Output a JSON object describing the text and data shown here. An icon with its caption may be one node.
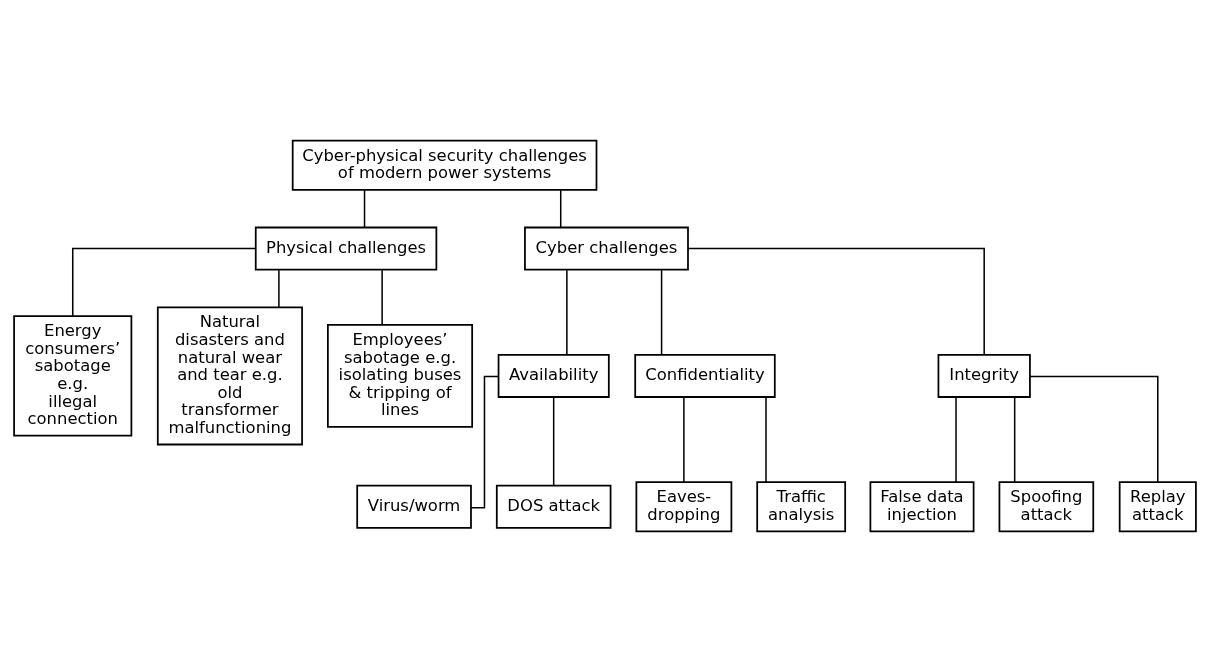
{
  "diagram": {
    "nodes": [
      {
        "text": [
          "Cyber-physical security challenges of modern power systems"
        ]
      },
      {
        "text": [
          "Physical challenges"
        ]
      },
      {
        "text": [
          "Cyber challenges"
        ]
      },
      {
        "text": [
          "Energy consumers’ sabotage e.g. illegal connection"
        ]
      },
      {
        "text": [
          "Natural disasters and natural wear and tear e.g. old transformer malfunctioning"
        ]
      },
      {
        "text": [
          "Employees’ sabotage e.g. isolating buses & tripping of lines"
        ]
      },
      {
        "text": [
          "Availability"
        ]
      },
      {
        "text": [
          "Confidentiality"
        ]
      },
      {
        "text": [
          "Integrity"
        ]
      },
      {
        "text": [
          "Eaves- dropping"
        ]
      },
      {
        "text": [
          "Traffic analysis"
        ]
      },
      {
        "text": [
          "Virus/worm"
        ]
      },
      {
        "text": [
          "DOS attack"
        ]
      },
      {
        "text": [
          "False data injection"
        ]
      },
      {
        "text": [
          "Spoofing attack"
        ]
      },
      {
        "text": [
          "Replay attack"
        ]
      }
    ],
    "edges": [
      {
        "from": 0,
        "to": 1,
        "arrow": "none"
      },
      {
        "from": 0,
        "to": 2,
        "arrow": "none"
      },
      {
        "from": 1,
        "to": 3,
        "arrow": "none"
      },
      {
        "from": 1,
        "to": 4,
        "arrow": "none"
      },
      {
        "from": 1,
        "to": 5,
        "arrow": "none"
      },
      {
        "from": 2,
        "to": 6,
        "arrow": "none"
      },
      {
        "from": 2,
        "to": 7,
        "arrow": "none"
      },
      {
        "from": 2,
        "to": 8,
        "arrow": "none"
      },
      {
        "from": 7,
        "to": 9,
        "arrow": "none"
      },
      {
        "from": 7,
        "to": 10,
        "arrow": "none"
      },
      {
        "from": 6,
        "to": 11,
        "arrow": "none"
      },
      {
        "from": 6,
        "to": 12,
        "arrow": "none"
      },
      {
        "from": 8,
        "to": 13,
        "arrow": "none"
      },
      {
        "from": 8,
        "to": 14,
        "arrow": "none"
      },
      {
        "from": 8,
        "to": 15,
        "arrow": "none"
      }
    ]
  }
}
